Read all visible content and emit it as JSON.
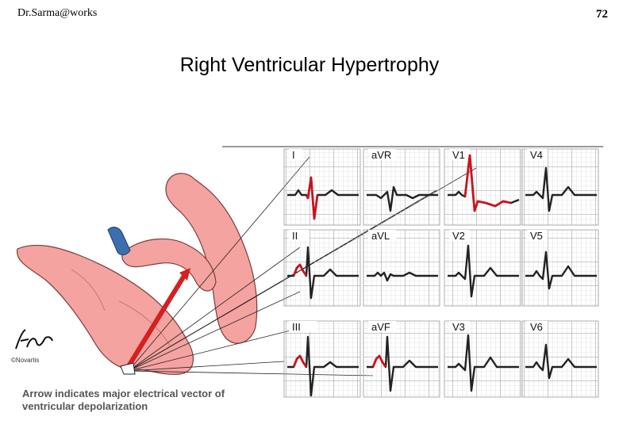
{
  "header": {
    "author": "Dr.Sarma@works",
    "page_number": "72"
  },
  "title": "Right Ventricular Hypertrophy",
  "ecg": {
    "leads": [
      {
        "label": "I",
        "highlight": true
      },
      {
        "label": "aVR",
        "highlight": false
      },
      {
        "label": "V1",
        "highlight": true
      },
      {
        "label": "V4",
        "highlight": false
      },
      {
        "label": "II",
        "highlight": true
      },
      {
        "label": "aVL",
        "highlight": false
      },
      {
        "label": "V2",
        "highlight": false
      },
      {
        "label": "V5",
        "highlight": false
      },
      {
        "label": "III",
        "highlight": true
      },
      {
        "label": "aVF",
        "highlight": true
      },
      {
        "label": "V3",
        "highlight": false
      },
      {
        "label": "V6",
        "highlight": false
      }
    ]
  },
  "caption": {
    "line1": "Arrow indicates major electrical vector of",
    "line2": "ventricular depolarization"
  },
  "copyright": "©Novartis",
  "colors": {
    "heart_fill": "#f4a3a0",
    "heart_stroke": "#7a3c38",
    "vessel_blue": "#3a6fb0",
    "arrow_red": "#d42020",
    "grid_minor": "#cfcfcf",
    "grid_major": "#9a9a9a",
    "trace": "#222222",
    "trace_highlight": "#c8141e"
  }
}
